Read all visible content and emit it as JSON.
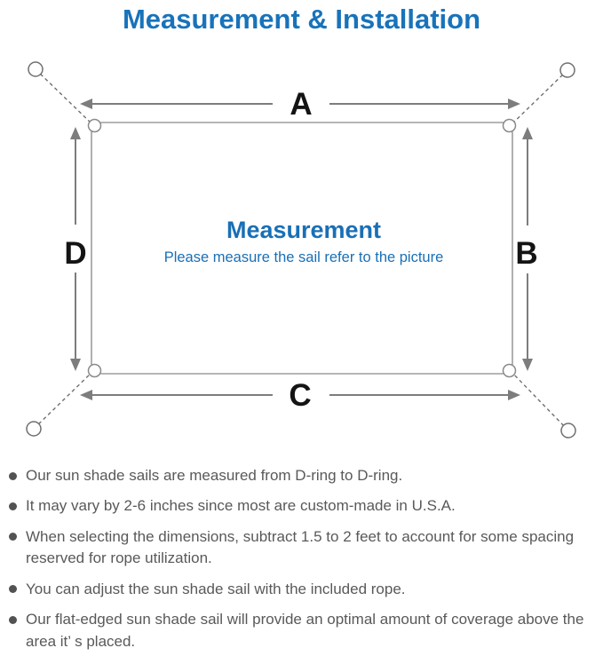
{
  "title": "Measurement & Installation",
  "diagram": {
    "side_labels": {
      "top": "A",
      "right": "B",
      "bottom": "C",
      "left": "D"
    },
    "center_title": "Measurement",
    "center_subtitle": "Please measure the sail refer to the picture"
  },
  "notes": {
    "items": [
      "Our sun shade sails are measured from D-ring to D-ring.",
      "It may vary by 2-6 inches since most are custom-made in U.S.A.",
      "When selecting the dimensions, subtract 1.5 to 2 feet to account for some spacing reserved for rope utilization.",
      "You can adjust the sun shade sail with the included rope.",
      "Our flat-edged sun shade sail will provide an optimal amount of coverage above the area it’ s placed."
    ]
  },
  "colors": {
    "accent_blue": "#1873ba",
    "center_text_blue": "#1a6fb5",
    "diagram_line_gray": "#7d7d7d",
    "outline_gray": "#9d9d9d",
    "note_text_gray": "#595959"
  }
}
